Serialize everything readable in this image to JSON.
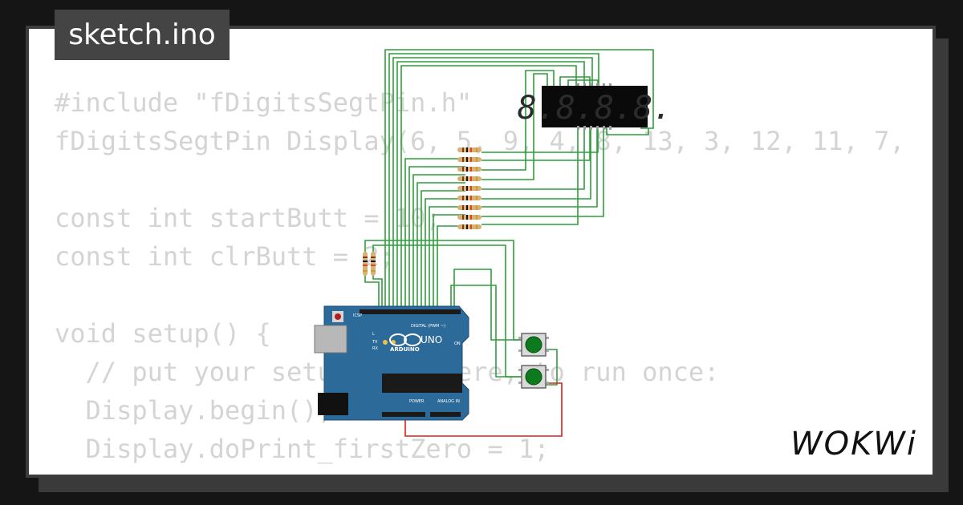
{
  "tab": {
    "title": "sketch.ino"
  },
  "code_lines": [
    "#include \"fDigitsSegtPin.h\"",
    "fDigitsSegtPin Display(6, 5, 9, 4, 8, 13, 3, 12, 11, 7,",
    "",
    "const int startButt = 10;",
    "const int clrButt = 2;",
    "",
    "void setup() {",
    "  // put your setup code here, to run once:",
    "  Display.begin();",
    "  Display.doPrint_firstZero = 1;"
  ],
  "board": {
    "brand": "ARDUINO",
    "model": "UNO",
    "digital_label": "DIGITAL (PWM ~)",
    "power_label": "POWER",
    "analog_label": "ANALOG IN",
    "on_label": "ON",
    "tx_label": "TX",
    "rx_label": "RX",
    "l_label": "L",
    "icsp_label": "ICSP"
  },
  "display": {
    "digits": "8.8.8.8."
  },
  "logo": {
    "text": "WOKWi"
  },
  "colors": {
    "background": "#151515",
    "card": "#ffffff",
    "tab": "#444444",
    "code_text": "#d4d4d4",
    "wire_green": "#2f9e3a",
    "wire_red": "#d81e1e",
    "board_blue": "#2c6a9a",
    "button_green": "#0e7a1e",
    "display_bg": "#0a0a0a"
  }
}
